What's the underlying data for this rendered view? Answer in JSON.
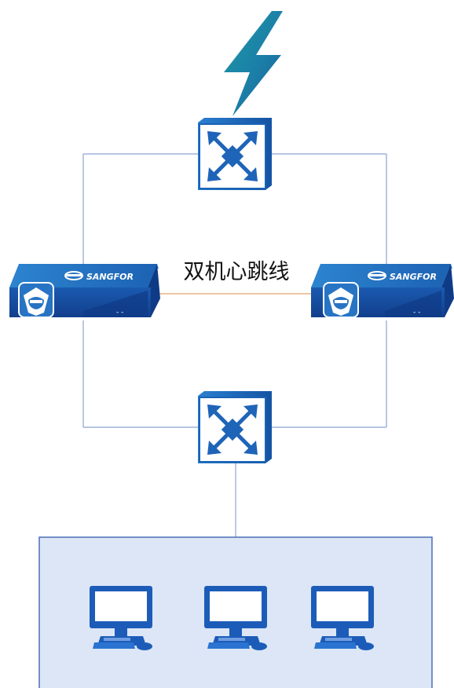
{
  "diagram": {
    "heartbeat_label": "双机心跳线",
    "brand_text": "SANGFOR",
    "device_status": "- -",
    "nodes": [
      {
        "name": "internet-lightning",
        "icon": "lightning-bolt-icon"
      },
      {
        "name": "core-switch-top",
        "icon": "switch-icon"
      },
      {
        "name": "firewall-left",
        "icon": "sangfor-appliance-icon"
      },
      {
        "name": "firewall-right",
        "icon": "sangfor-appliance-icon"
      },
      {
        "name": "core-switch-bottom",
        "icon": "switch-icon"
      },
      {
        "name": "lan-zone",
        "icon": "lan-zone"
      },
      {
        "name": "pc-1",
        "icon": "computer-icon"
      },
      {
        "name": "pc-2",
        "icon": "computer-icon"
      },
      {
        "name": "pc-3",
        "icon": "computer-icon"
      }
    ],
    "colors": {
      "link": "#7f9ed1",
      "heartbeat": "#e2a36a",
      "switch_face": "#ffffff",
      "switch_edge": "#1a63b5",
      "switch_arrows": "#1e64b8",
      "appliance_body": "#1552a8",
      "appliance_top": "#2a79c6",
      "lan_fill": "#dce6f6",
      "lan_edge": "#4a6fb5",
      "pc_blue": "#1c5cb8",
      "lightning_dark": "#1a6ea0",
      "lightning_light": "#27a6a1"
    }
  }
}
